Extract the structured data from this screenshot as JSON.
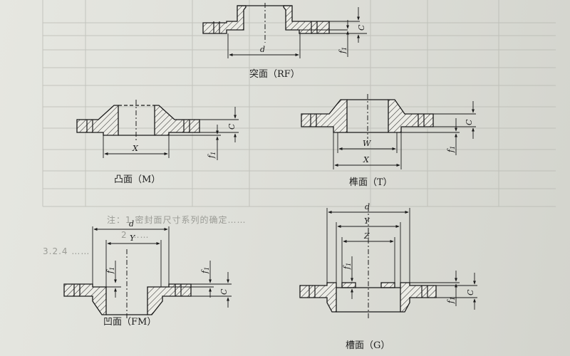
{
  "captions": {
    "rf": "突面（RF）",
    "m": "凸面（M）",
    "t": "榫面（T）",
    "fm": "凹面（FM）",
    "g": "槽面（G）"
  },
  "dimensions": {
    "d": "d",
    "c": "C",
    "f1": "f",
    "f1_sub": "1",
    "x": "X",
    "y": "Y",
    "w": "W",
    "z": "Z"
  },
  "bleedthrough": {
    "line1": "注：1 密封面尺寸系列的确定……",
    "line2": "2 ……",
    "line3": "3.2.4 ……"
  }
}
